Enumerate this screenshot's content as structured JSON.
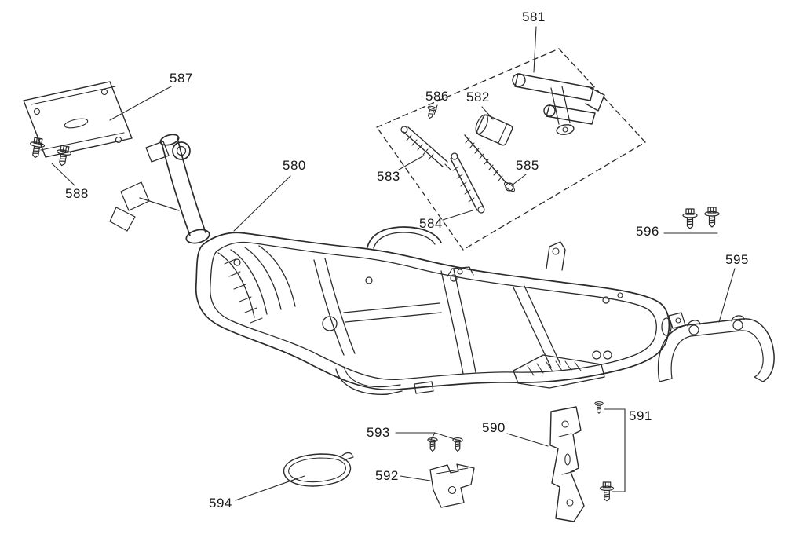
{
  "diagram": {
    "type": "exploded-parts-diagram",
    "background": "#ffffff",
    "ink_color": "#2b2b2b",
    "labels": [
      {
        "part": "587",
        "text": "587"
      },
      {
        "part": "588",
        "text": "588"
      },
      {
        "part": "580",
        "text": "580"
      },
      {
        "part": "581",
        "text": "581"
      },
      {
        "part": "586",
        "text": "586"
      },
      {
        "part": "582",
        "text": "582"
      },
      {
        "part": "583",
        "text": "583"
      },
      {
        "part": "584",
        "text": "584"
      },
      {
        "part": "585",
        "text": "585"
      },
      {
        "part": "596",
        "text": "596"
      },
      {
        "part": "595",
        "text": "595"
      },
      {
        "part": "590",
        "text": "590"
      },
      {
        "part": "591",
        "text": "591"
      },
      {
        "part": "593",
        "text": "593"
      },
      {
        "part": "592",
        "text": "592"
      },
      {
        "part": "594",
        "text": "594"
      }
    ]
  }
}
